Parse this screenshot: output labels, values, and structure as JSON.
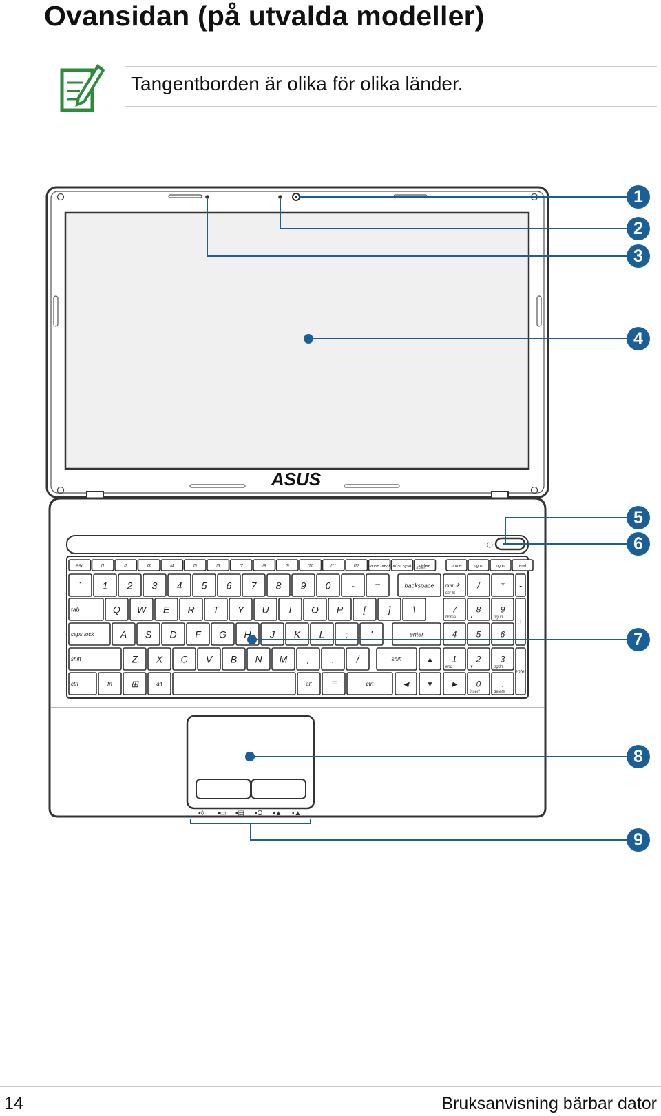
{
  "page": {
    "title": "Ovansidan (på utvalda modeller)",
    "note": "Tangentborden är olika för olika länder.",
    "page_number": "14",
    "footer": "Bruksanvisning bärbar dator"
  },
  "callouts": [
    "1",
    "2",
    "3",
    "4",
    "5",
    "6",
    "7",
    "8",
    "9"
  ],
  "brand_logo": "ASUS",
  "colors": {
    "callout": "#1b5f98",
    "outline": "#333333",
    "keyboard_icon": "#3d7fc0"
  },
  "keyboard": {
    "fn_row": [
      "esc",
      "f1",
      "f2",
      "f3",
      "f4",
      "f5",
      "f6",
      "f7",
      "f8",
      "f9",
      "f10",
      "f11",
      "f12",
      "pause break",
      "prt sc sysrq",
      "delete",
      "home",
      "pgup",
      "pgdn",
      "end"
    ],
    "number_row": [
      "`",
      "1",
      "2",
      "3",
      "4",
      "5",
      "6",
      "7",
      "8",
      "9",
      "0",
      "-",
      "=",
      "backspace",
      "num lk",
      "/",
      "*",
      "-"
    ],
    "qwerty_row": [
      "tab",
      "Q",
      "W",
      "E",
      "R",
      "T",
      "Y",
      "U",
      "I",
      "O",
      "P",
      "[",
      "]",
      "\\",
      "7",
      "8",
      "9",
      "+"
    ],
    "home_row": [
      "caps lock",
      "A",
      "S",
      "D",
      "F",
      "G",
      "H",
      "J",
      "K",
      "L",
      ";",
      "'",
      "enter",
      "4",
      "5",
      "6"
    ],
    "shift_row": [
      "shift",
      "Z",
      "X",
      "C",
      "V",
      "B",
      "N",
      "M",
      ",",
      ".",
      "/",
      "shift",
      "▲",
      "1",
      "2",
      "3",
      "enter"
    ],
    "bottom_row": [
      "ctrl",
      "fn",
      "alt",
      "alt",
      "ctrl",
      "◀",
      "▼",
      "▶",
      "0",
      "."
    ],
    "sublabels": {
      "num_lk": "scr lk",
      "num7": "home",
      "num8": "▲",
      "num9": "pgup",
      "num1": "end",
      "num2": "▼",
      "num3": "pgdn",
      "num0": "insert",
      "numdot": "delete",
      "delete_sub": "insert"
    }
  }
}
